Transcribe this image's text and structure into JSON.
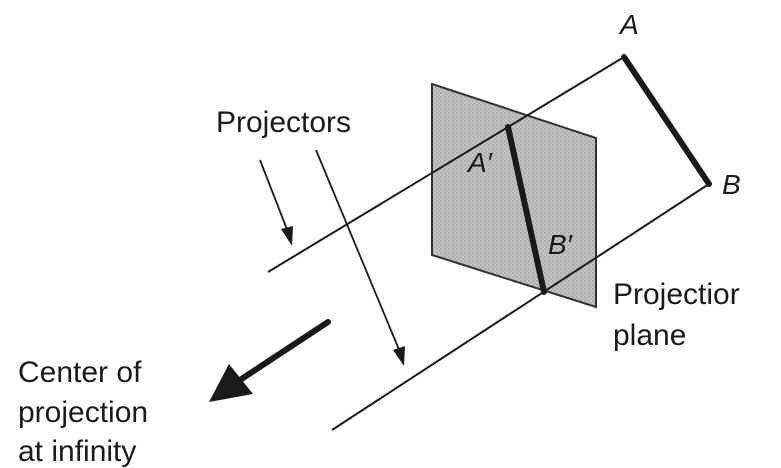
{
  "labels": {
    "point_a": "A",
    "point_b": "B",
    "point_a_prime": "A′",
    "point_b_prime": "B′",
    "projectors": "Projectors",
    "projection_plane_line1": "Projectior",
    "projection_plane_line2": "plane",
    "center_line1": "Center of",
    "center_line2": "projection",
    "center_line3": "at infinity"
  },
  "colors": {
    "ink": "#1a1a1a",
    "plane_fill": "#bdbdbd",
    "plane_stroke": "#333333"
  }
}
